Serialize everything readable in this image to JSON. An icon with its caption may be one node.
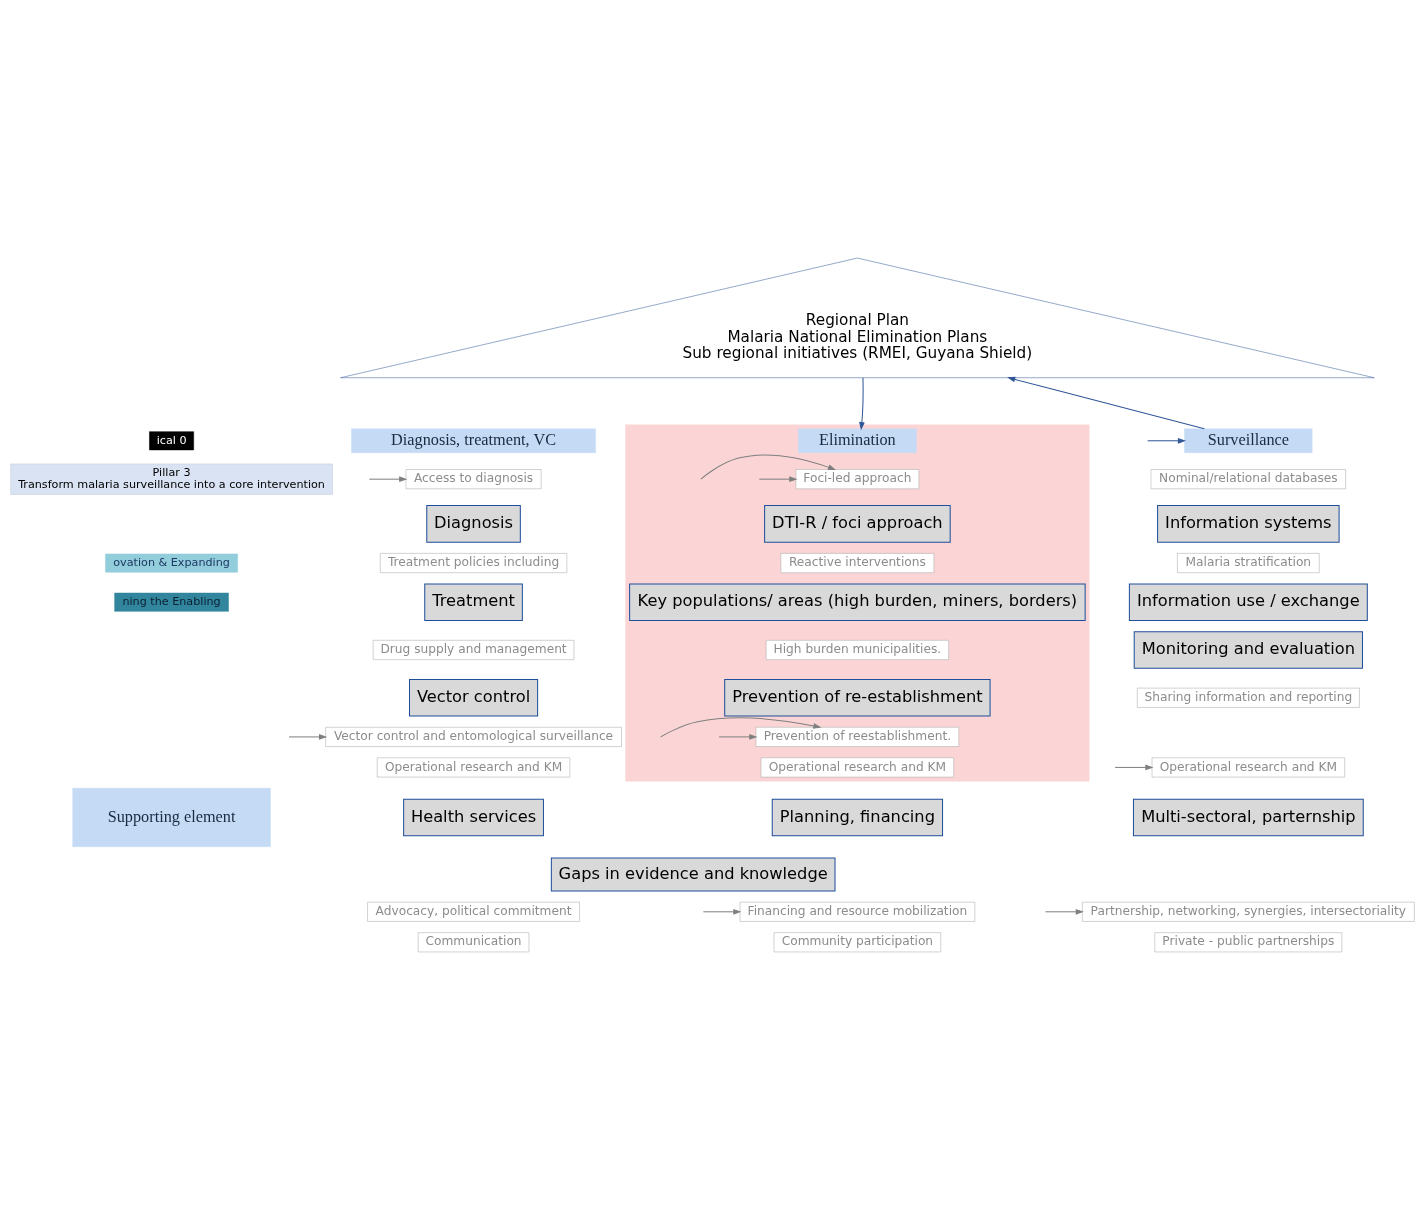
{
  "diagram": {
    "nodes": [
      {
        "text": [
          "Regional Plan",
          "Malaria National Elimination Plans",
          "Sub regional initiatives (RMEI, Guyana Shield)"
        ]
      },
      {
        "text": [
          "ical 0"
        ]
      },
      {
        "text": [
          "Pillar 3",
          "Transform malaria surveillance into a core intervention"
        ]
      },
      {
        "text": [
          "ovation & Expanding"
        ]
      },
      {
        "text": [
          "ning the Enabling"
        ]
      },
      {
        "text": [
          "Diagnosis, treatment, VC"
        ]
      },
      {
        "text": [],
        "shape": "box"
      },
      {
        "text": [
          "Elimination"
        ],
        "in": 6
      },
      {
        "text": [
          "Surveillance"
        ]
      },
      {
        "text": [
          "Access to diagnosis"
        ]
      },
      {
        "text": [
          "Diagnosis"
        ]
      },
      {
        "text": [
          "Treatment policies including"
        ]
      },
      {
        "text": [
          "Treatment"
        ]
      },
      {
        "text": [
          "Drug supply and management"
        ]
      },
      {
        "text": [
          "Vector control"
        ]
      },
      {
        "text": [
          "Vector control and entomological surveillance"
        ]
      },
      {
        "text": [
          "Operational research and KM"
        ]
      },
      {
        "text": [
          "Foci-led approach"
        ],
        "in": 6
      },
      {
        "text": [
          "DTI-R / foci approach"
        ],
        "in": 6
      },
      {
        "text": [
          "Reactive interventions"
        ],
        "in": 6
      },
      {
        "text": [
          "Key populations/ areas (high burden, miners, borders)"
        ],
        "in": 6
      },
      {
        "text": [
          "High burden municipalities."
        ],
        "in": 6
      },
      {
        "text": [
          "Prevention of re-establishment"
        ],
        "in": 6
      },
      {
        "text": [
          "Prevention of reestablishment."
        ],
        "in": 6
      },
      {
        "text": [
          "Operational research and KM"
        ],
        "in": 6
      },
      {
        "text": [
          "Nominal/relational databases"
        ]
      },
      {
        "text": [
          "Information systems"
        ]
      },
      {
        "text": [
          "Malaria stratification"
        ]
      },
      {
        "text": [
          "Information use / exchange"
        ]
      },
      {
        "text": [
          "Monitoring and evaluation"
        ]
      },
      {
        "text": [
          "Sharing information and reporting"
        ]
      },
      {
        "text": [
          "Operational research and KM"
        ]
      },
      {
        "text": [
          "Supporting element"
        ]
      },
      {
        "text": [
          "Health services"
        ]
      },
      {
        "text": [
          "Planning, financing"
        ]
      },
      {
        "text": [
          "Multi-sectoral, parternship"
        ]
      },
      {
        "text": [
          "Gaps in evidence and knowledge"
        ]
      },
      {
        "text": [
          "Advocacy, political commitment"
        ]
      },
      {
        "text": [
          "Financing and resource mobilization"
        ]
      },
      {
        "text": [
          "Partnership, networking, synergies, intersectoriality"
        ]
      },
      {
        "text": [
          "Communication"
        ]
      },
      {
        "text": [
          "Community participation"
        ]
      },
      {
        "text": [
          "Private - public partnerships"
        ]
      }
    ],
    "edges": [
      {
        "from": 0,
        "to": 7,
        "arrow": "to",
        "color": "#2f5597"
      },
      {
        "from": 8,
        "to": 0,
        "arrow": "to",
        "color": "#2f5597"
      },
      {
        "from": null,
        "to": 8,
        "arrow": "to",
        "color": "#2f5597"
      },
      {
        "from": null,
        "to": 9,
        "arrow": "to"
      },
      {
        "from": null,
        "to": 15,
        "arrow": "to"
      },
      {
        "from": null,
        "to": 17,
        "arrow": "to"
      },
      {
        "from": null,
        "to": 17,
        "arrow": "to"
      },
      {
        "from": null,
        "to": 23,
        "arrow": "to"
      },
      {
        "from": null,
        "to": 23,
        "arrow": "to"
      },
      {
        "from": null,
        "to": 31,
        "arrow": "to"
      },
      {
        "from": null,
        "to": 38,
        "arrow": "to"
      },
      {
        "from": null,
        "to": 39,
        "arrow": "to"
      }
    ]
  }
}
